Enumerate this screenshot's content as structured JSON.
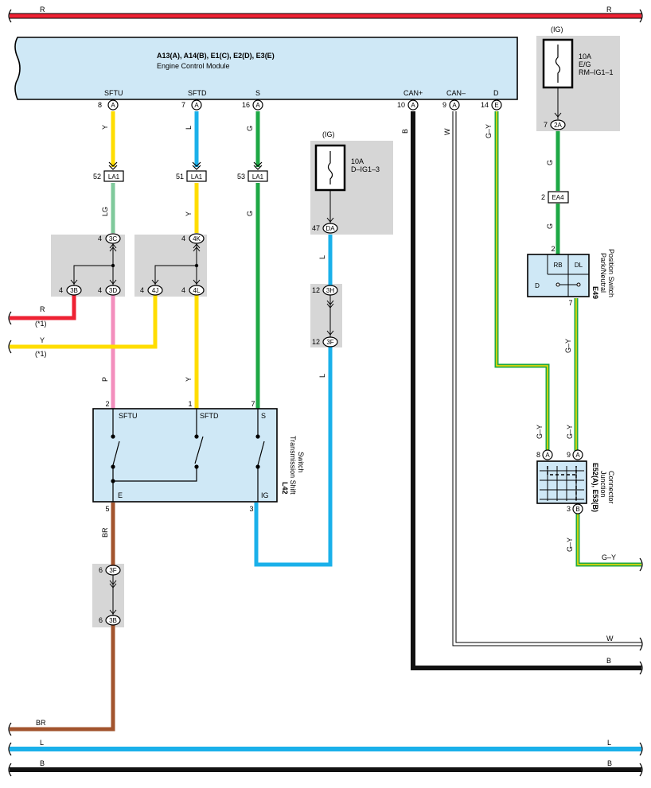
{
  "colors": {
    "R": "#ee2233",
    "Y": "#ffdd00",
    "L": "#1ab0ea",
    "G": "#1ea845",
    "LG": "#7fc99b",
    "P": "#f38ebd",
    "BR": "#a2542e",
    "B": "#111111",
    "W": "#ffffff",
    "G-Y": "#1ea845",
    "module_fill": "#cfe8f6",
    "group_fill": "#d6d6d6"
  },
  "ecm": {
    "title": "A13(A), A14(B), E1(C), E2(D), E3(E)",
    "subtitle": "Engine Control Module",
    "pins": [
      {
        "name": "SFTU",
        "num": "8",
        "conn": "A"
      },
      {
        "name": "SFTD",
        "num": "7",
        "conn": "A"
      },
      {
        "name": "S",
        "num": "16",
        "conn": "A"
      },
      {
        "name": "CAN+",
        "num": "10",
        "conn": "A"
      },
      {
        "name": "CAN–",
        "num": "9",
        "conn": "A"
      },
      {
        "name": "D",
        "num": "14",
        "conn": "E"
      }
    ]
  },
  "wire_labels": {
    "top_r_left": "R",
    "top_r_right": "R",
    "sftu_y": "Y",
    "sftd_l": "L",
    "s_g": "G",
    "can_plus_b": "B",
    "can_minus_w": "W",
    "d_gy": "G–Y",
    "lg": "LG",
    "y2": "Y",
    "g2": "G",
    "r_left": "R",
    "y_left": "Y",
    "note1": "(*1)",
    "note2": "(*1)",
    "p": "P",
    "y3": "Y",
    "l1": "L",
    "l2": "L",
    "br1": "BR",
    "br_bottom": "BR",
    "l_bottom_left": "L",
    "l_bottom_right": "L",
    "b_bottom_left": "B",
    "b_bottom_right": "B",
    "w_right": "W",
    "b_right": "B",
    "fuse_g1": "G",
    "fuse_g2": "G",
    "gy_mid": "G–Y",
    "gy_a": "G–Y",
    "gy_b": "G–Y",
    "gy_c": "G–Y",
    "gy_right": "G–Y"
  },
  "connectors": {
    "la1_sftu": {
      "num": "52",
      "label": "LA1"
    },
    "la1_sftd": {
      "num": "51",
      "label": "LA1"
    },
    "la1_s": {
      "num": "53",
      "label": "LA1"
    },
    "c3c": {
      "num": "4",
      "label": "3C"
    },
    "c3b": {
      "num": "4",
      "label": "3B"
    },
    "c3d": {
      "num": "4",
      "label": "3D"
    },
    "c4k": {
      "num": "4",
      "label": "4K"
    },
    "c4j": {
      "num": "4",
      "label": "4J"
    },
    "c4l": {
      "num": "4",
      "label": "4L"
    },
    "da": {
      "num": "47",
      "label": "DA"
    },
    "c3h": {
      "num": "12",
      "label": "3H"
    },
    "c3f": {
      "num": "12",
      "label": "3F"
    },
    "c3f2": {
      "num": "6",
      "label": "3F"
    },
    "c3b2": {
      "num": "6",
      "label": "3B"
    },
    "c2a": {
      "num": "7",
      "label": "2A"
    },
    "ea4": {
      "num": "2",
      "label": "EA4"
    }
  },
  "fuse1": {
    "ig": "(IG)",
    "amp": "10A",
    "name1": "E/G",
    "name2": "RM–IG1–1"
  },
  "fuse2": {
    "ig": "(IG)",
    "amp": "10A",
    "name1": "D–IG1–3"
  },
  "l42": {
    "id": "L42",
    "name1": "Transmission Shift",
    "name2": "Switch",
    "pins": {
      "sftu": "SFTU",
      "sftd": "SFTD",
      "s": "S",
      "e": "E",
      "ig": "IG"
    },
    "pin_nums": {
      "sftu": "2",
      "sftd": "1",
      "s": "7",
      "e": "5",
      "ig": "3"
    }
  },
  "e49": {
    "id": "E49",
    "name1": "Park/Neutral",
    "name2": "Position Switch",
    "cells": {
      "rb": "RB",
      "dl": "DL",
      "d": "D"
    },
    "pin_top": "2",
    "pin_bottom": "7"
  },
  "e52": {
    "id": "E52(A), E53(B)",
    "name1": "Junction",
    "name2": "Connector",
    "pin_a1": {
      "num": "8",
      "conn": "A"
    },
    "pin_a2": {
      "num": "9",
      "conn": "A"
    },
    "pin_b": {
      "num": "3",
      "conn": "B"
    }
  }
}
